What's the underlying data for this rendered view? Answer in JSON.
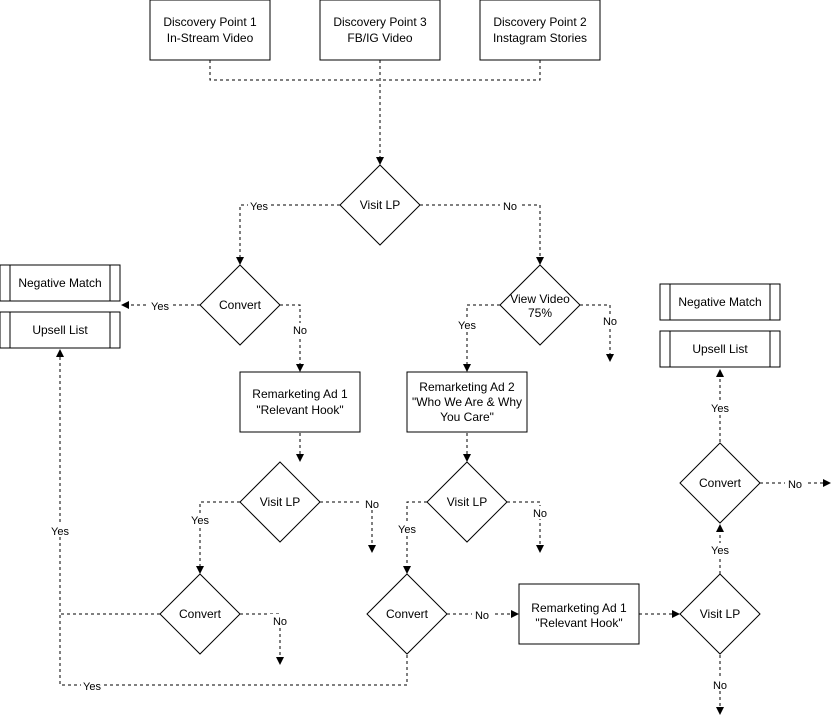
{
  "nodes": {
    "dp1": [
      "Discovery Point 1",
      "In-Stream Video"
    ],
    "dp3": [
      "Discovery Point 3",
      "FB/IG Video"
    ],
    "dp2": [
      "Discovery Point 2",
      "Instagram Stories"
    ],
    "visit_lp_top": [
      "Visit LP"
    ],
    "convert_left": [
      "Convert"
    ],
    "view_video": [
      "View Video",
      "75%"
    ],
    "negative_match_left": [
      "Negative Match"
    ],
    "upsell_left": [
      "Upsell List"
    ],
    "remarketing_ad1": [
      "Remarketing Ad 1",
      "\"Relevant Hook\""
    ],
    "remarketing_ad2": [
      "Remarketing Ad 2",
      "\"Who We Are & Why",
      "You Care\""
    ],
    "visit_lp_mid_left": [
      "Visit LP"
    ],
    "visit_lp_mid_right": [
      "Visit LP"
    ],
    "convert_bottom_left": [
      "Convert"
    ],
    "convert_bottom_mid": [
      "Convert"
    ],
    "remarketing_ad1_bottom": [
      "Remarketing Ad 1",
      "\"Relevant Hook\""
    ],
    "visit_lp_right": [
      "Visit LP"
    ],
    "convert_right": [
      "Convert"
    ],
    "negative_match_right": [
      "Negative Match"
    ],
    "upsell_right": [
      "Upsell List"
    ]
  },
  "labels": {
    "yes": "Yes",
    "no": "No"
  }
}
